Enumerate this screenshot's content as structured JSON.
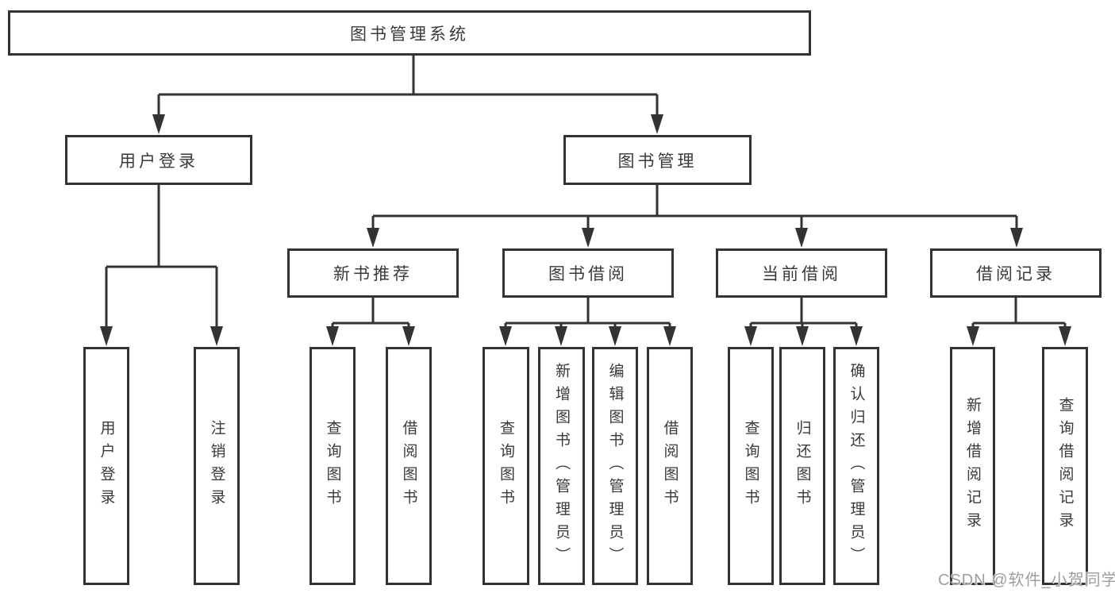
{
  "diagram_type": "hierarchy-tree",
  "colors": {
    "line": "#333333",
    "node_border": "#333333",
    "node_text": "#3a3a3a",
    "background": "#ffffff",
    "watermark": "#9e9e9e"
  },
  "watermark": "CSDN @软件_小贺同学",
  "tree": {
    "root": {
      "label": "图书管理系统",
      "children": [
        {
          "label": "用户登录",
          "children": [
            {
              "label": "用户登录"
            },
            {
              "label": "注销登录"
            }
          ]
        },
        {
          "label": "图书管理",
          "children": [
            {
              "label": "新书推荐",
              "children": [
                {
                  "label": "查询图书"
                },
                {
                  "label": "借阅图书"
                }
              ]
            },
            {
              "label": "图书借阅",
              "children": [
                {
                  "label": "查询图书"
                },
                {
                  "label": "新增图书（管理员）"
                },
                {
                  "label": "编辑图书（管理员）"
                },
                {
                  "label": "借阅图书"
                }
              ]
            },
            {
              "label": "当前借阅",
              "children": [
                {
                  "label": "查询图书"
                },
                {
                  "label": "归还图书"
                },
                {
                  "label": "确认归还（管理员）"
                }
              ]
            },
            {
              "label": "借阅记录",
              "children": [
                {
                  "label": "新增借阅记录"
                },
                {
                  "label": "查询借阅记录"
                }
              ]
            }
          ]
        }
      ]
    }
  }
}
